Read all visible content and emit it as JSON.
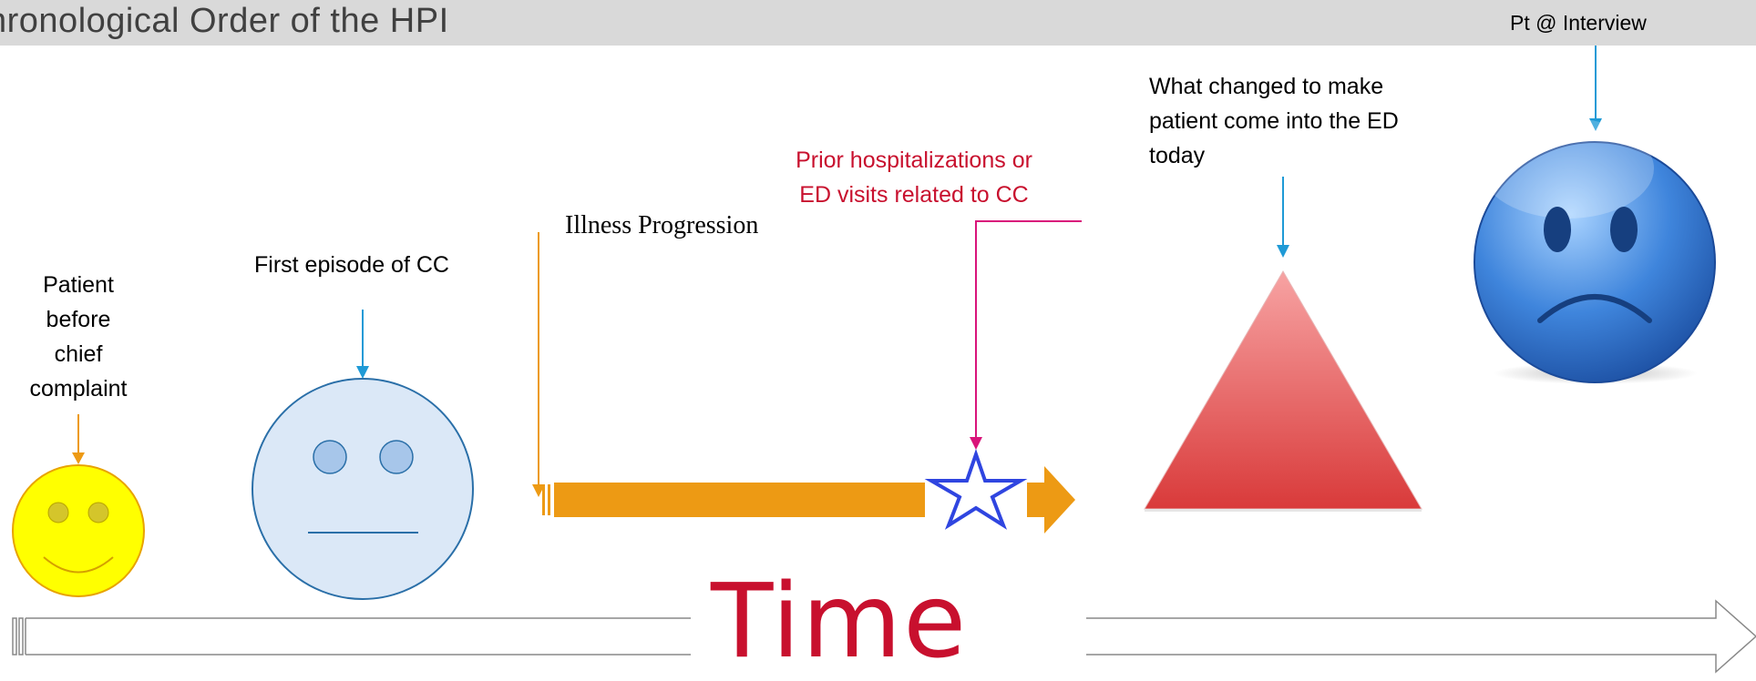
{
  "title": "hronological Order of the HPI",
  "labels": {
    "patient_before": [
      "Patient",
      "before",
      "chief",
      "complaint"
    ],
    "first_episode": "First episode of CC",
    "illness_progression": "Illness Progression",
    "prior_hospitalizations": [
      "Prior hospitalizations or",
      "ED visits related to CC"
    ],
    "what_changed": [
      "What changed to make",
      "patient come into the ED",
      "today"
    ],
    "pt_interview": "Pt @ Interview"
  },
  "time_label": "Time",
  "icons": {
    "happy_face": "smiley-face-icon",
    "neutral_face": "neutral-face-icon",
    "star": "star-icon",
    "triangle": "triangle-icon",
    "sad_face": "sad-face-icon"
  },
  "colors": {
    "orange": "#ed9a14",
    "blue_arrow": "#1f9ad6",
    "red_text": "#c8102e",
    "magenta_line": "#d9147a",
    "yellow_face": "#ffff00",
    "neutral_face_fill": "#dbe8f7",
    "star_stroke": "#2f45e0",
    "triangle_red": "#e03c3c",
    "sad_face_blue": "#3a78d0"
  }
}
